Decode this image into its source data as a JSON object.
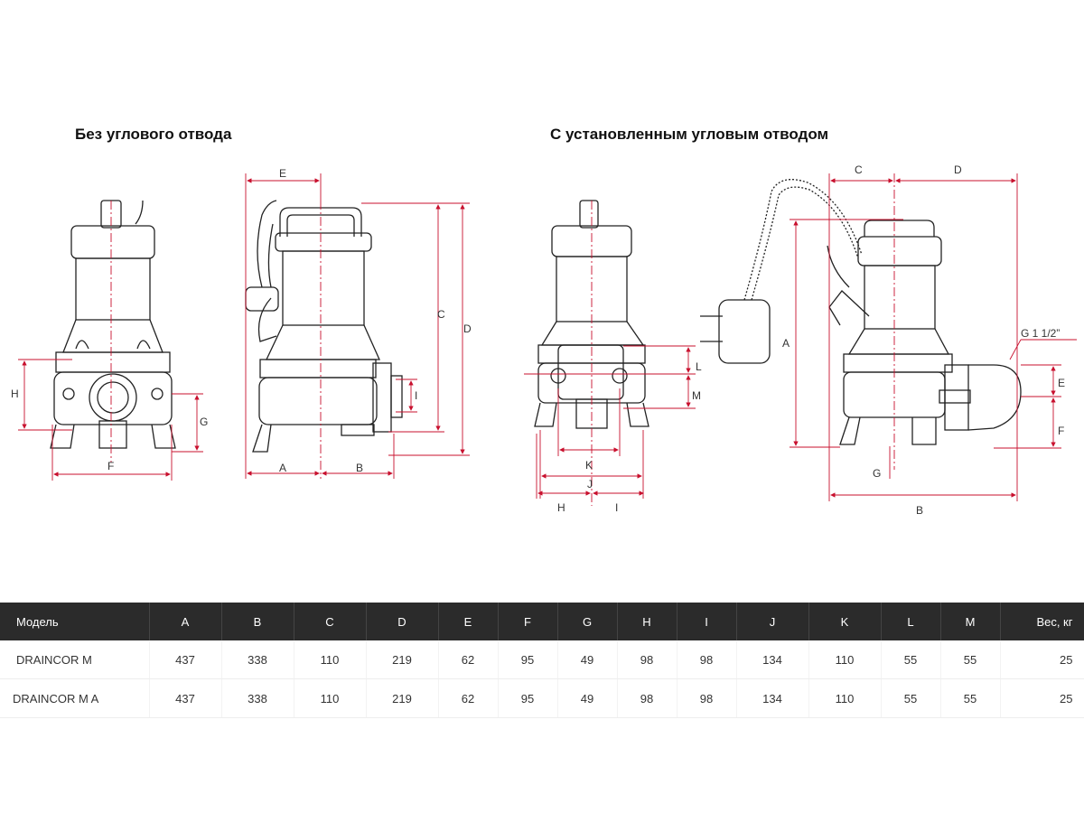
{
  "headings": {
    "left": "Без углового отвода",
    "right": "С установленным угловым отводом"
  },
  "labels": {
    "left_front": {
      "H": "H",
      "F": "F",
      "G": "G"
    },
    "left_side": {
      "E": "E",
      "C": "C",
      "D": "D",
      "I": "I",
      "A": "A",
      "B": "B"
    },
    "right_front": {
      "L": "L",
      "M": "M",
      "K": "K",
      "J": "J",
      "H": "H",
      "I": "I"
    },
    "right_side": {
      "C": "C",
      "D": "D",
      "A": "A",
      "G112": "G 1 1/2”",
      "E": "E",
      "F": "F",
      "G": "G",
      "B": "B"
    }
  },
  "table": {
    "headers": [
      "Модель",
      "A",
      "B",
      "C",
      "D",
      "E",
      "F",
      "G",
      "H",
      "I",
      "J",
      "K",
      "L",
      "M",
      "Вес, кг"
    ],
    "rows": [
      [
        "DRAINCOR M",
        "437",
        "338",
        "110",
        "219",
        "62",
        "95",
        "49",
        "98",
        "98",
        "134",
        "110",
        "55",
        "55",
        "25"
      ],
      [
        "DRAINCOR M A",
        "437",
        "338",
        "110",
        "219",
        "62",
        "95",
        "49",
        "98",
        "98",
        "134",
        "110",
        "55",
        "55",
        "25"
      ]
    ]
  },
  "colors": {
    "dimension": "#c8102e",
    "outline": "#222222",
    "header_bg": "#2b2b2b"
  }
}
